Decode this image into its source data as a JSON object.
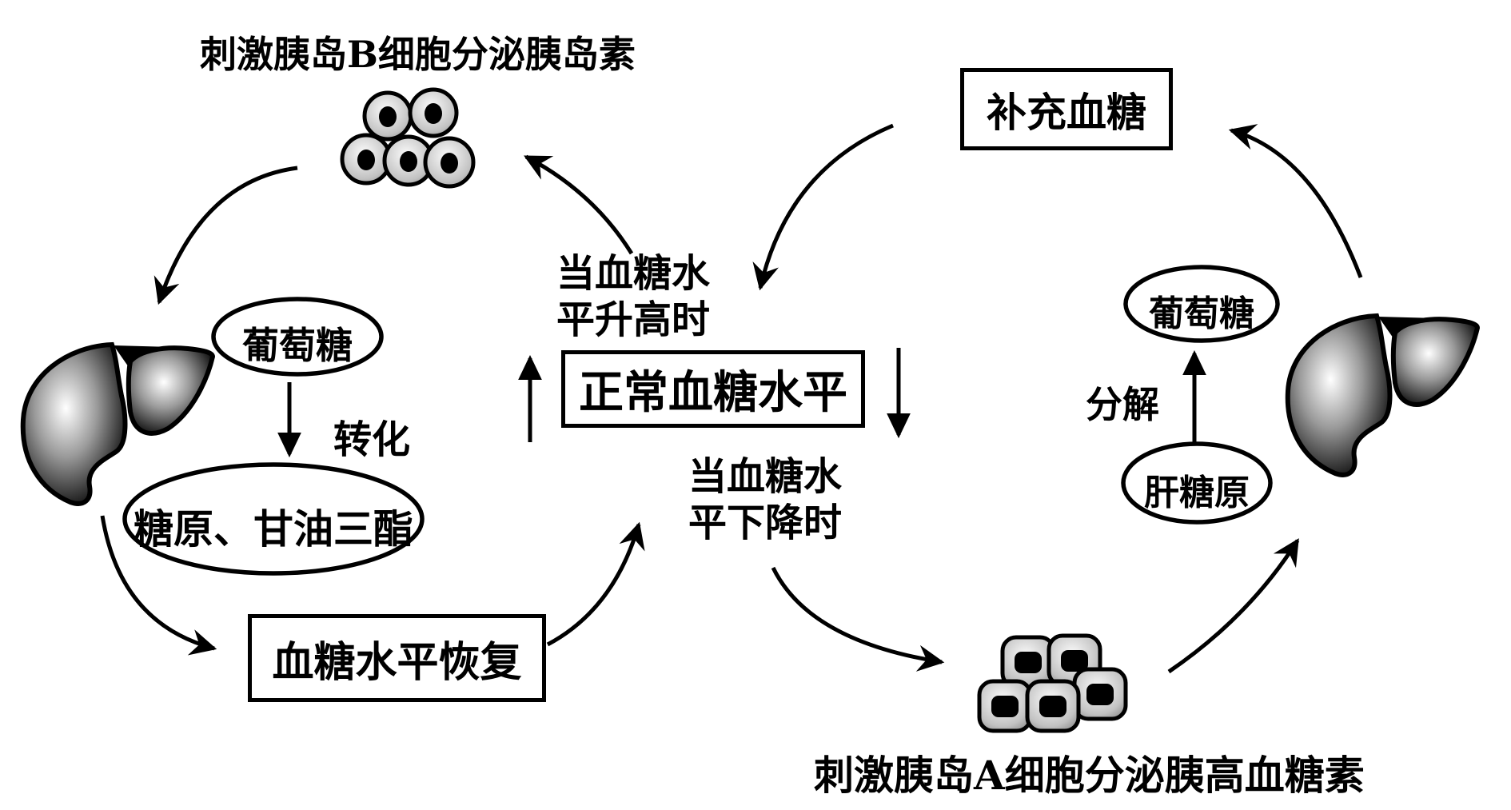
{
  "diagram": {
    "title_left": "刺激胰岛B细胞分泌胰岛素",
    "title_bottom_right": "刺激胰岛A细胞分泌胰高血糖素",
    "boxes": {
      "replenish": "补充血糖",
      "normal_level": "正常血糖水平",
      "restore": "血糖水平恢复"
    },
    "conditions": {
      "rise_line1": "当血糖水",
      "rise_line2": "平升高时",
      "fall_line1": "当血糖水",
      "fall_line2": "平下降时"
    },
    "nodes": {
      "glucose_left": "葡萄糖",
      "glycogen_triglyceride": "糖原、甘油三酯",
      "glucose_right": "葡萄糖",
      "hepatic_glycogen": "肝糖原"
    },
    "process_labels": {
      "convert": "转化",
      "decompose": "分解"
    },
    "icons": [
      "liver-icon-left",
      "liver-icon-right",
      "beta-cell-cluster-icon",
      "alpha-cell-cluster-icon"
    ],
    "colors": {
      "ink": "#000000",
      "background": "#ffffff",
      "cell_fill_light": "#fbfbfb",
      "cell_fill_dark": "#8c8c8c",
      "liver_mid": "#999999"
    }
  }
}
